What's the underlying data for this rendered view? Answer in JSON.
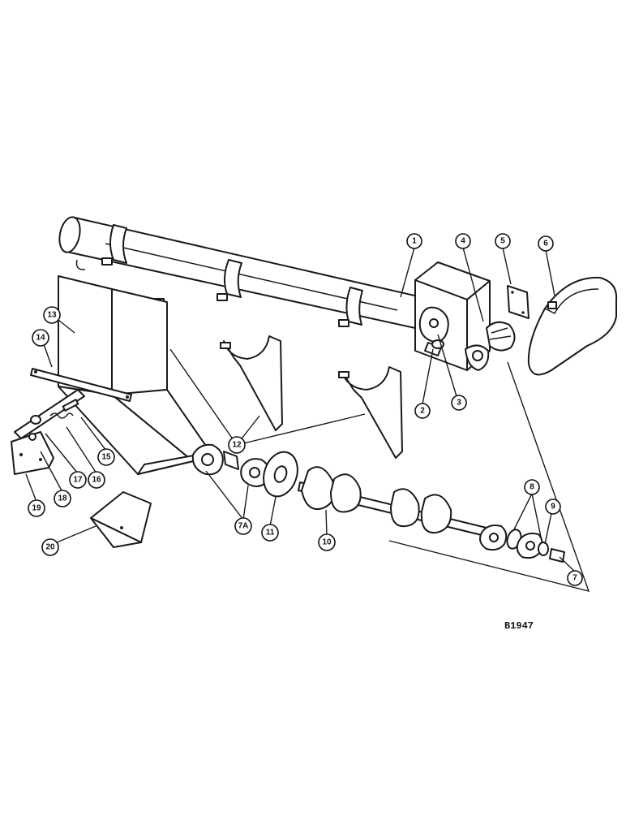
{
  "drawing": {
    "reference_code": "B1947",
    "callouts": [
      {
        "id": "c1",
        "label": "1"
      },
      {
        "id": "c2",
        "label": "2"
      },
      {
        "id": "c3",
        "label": "3"
      },
      {
        "id": "c4",
        "label": "4"
      },
      {
        "id": "c5",
        "label": "5"
      },
      {
        "id": "c6",
        "label": "6"
      },
      {
        "id": "c7",
        "label": "7"
      },
      {
        "id": "c8",
        "label": "8"
      },
      {
        "id": "c9",
        "label": "9"
      },
      {
        "id": "c10",
        "label": "10"
      },
      {
        "id": "c11",
        "label": "11"
      },
      {
        "id": "c12",
        "label": "12"
      },
      {
        "id": "c13",
        "label": "13"
      },
      {
        "id": "c14",
        "label": "14"
      },
      {
        "id": "c15",
        "label": "15"
      },
      {
        "id": "c16",
        "label": "16"
      },
      {
        "id": "c17",
        "label": "17"
      },
      {
        "id": "c18",
        "label": "18"
      },
      {
        "id": "c19",
        "label": "19"
      },
      {
        "id": "c20",
        "label": "20"
      },
      {
        "id": "c7a",
        "label": "7A"
      }
    ]
  }
}
